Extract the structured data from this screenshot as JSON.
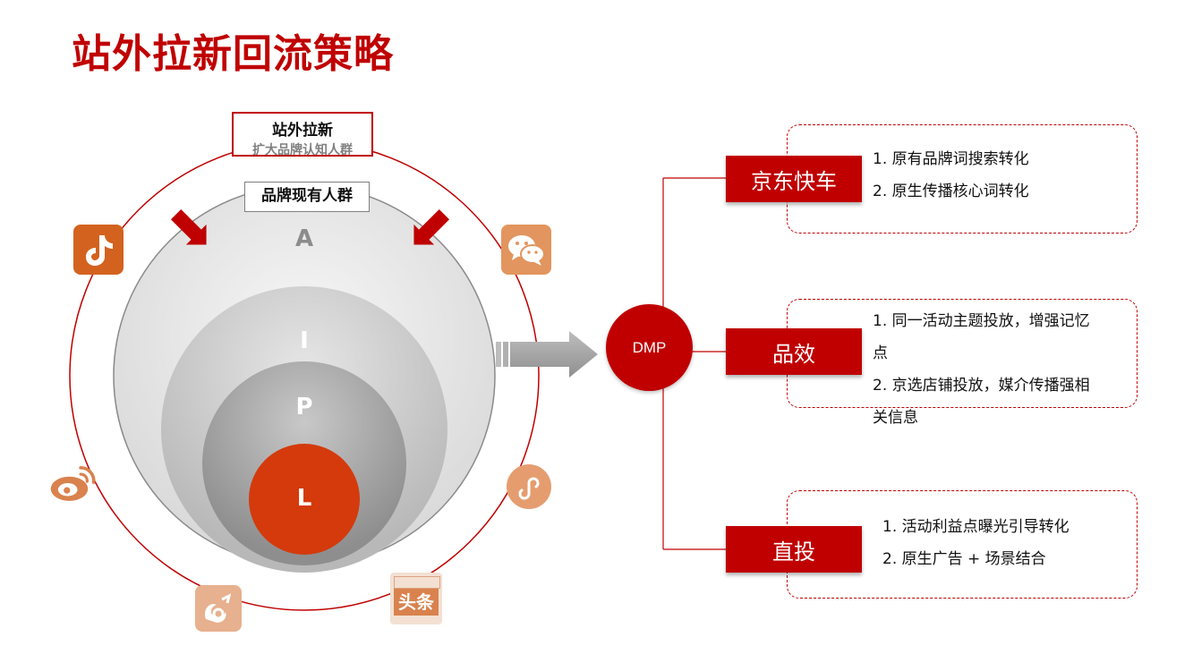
{
  "title": "站外拉新回流策略",
  "funnel": {
    "outer_box": {
      "line1": "站外拉新",
      "line2": "扩大品牌认知人群"
    },
    "inner_box": "品牌现有人群",
    "layers": [
      "A",
      "I",
      "P",
      "L"
    ]
  },
  "channel_icons": [
    {
      "name": "douyin-icon",
      "glyph": "♪"
    },
    {
      "name": "wechat-icon",
      "glyph": ""
    },
    {
      "name": "weibo-icon",
      "glyph": ""
    },
    {
      "name": "miniprogram-icon",
      "glyph": ""
    },
    {
      "name": "uc-browser-icon",
      "glyph": ""
    },
    {
      "name": "toutiao-icon",
      "label": "头条"
    }
  ],
  "dmp": "DMP",
  "channels": [
    {
      "label": "京东快车",
      "lines": [
        "1. 原有品牌词搜索转化",
        "2. 原生传播核心词转化"
      ]
    },
    {
      "label": "品效",
      "lines": [
        "1. 同一活动主题投放，增强记忆",
        "点",
        "2. 京选店铺投放，媒介传播强相",
        "关信息"
      ]
    },
    {
      "label": "直投",
      "lines": [
        "1. 活动利益点曝光引导转化",
        "2. 原生广告 + 场景结合"
      ]
    }
  ],
  "colors": {
    "accent": "#c00000",
    "core": "#d43a0c",
    "icon_orange": "#e08a5a"
  }
}
